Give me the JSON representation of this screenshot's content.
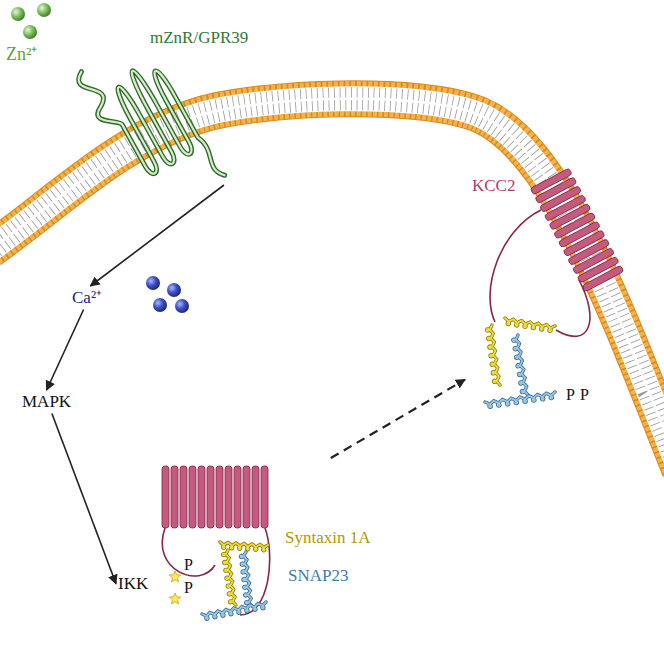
{
  "diagram": {
    "nodes": [
      {
        "text": [
          "mZnR/GPR39"
        ]
      },
      {
        "text": [
          "Ca²⁺"
        ]
      },
      {
        "text": [
          "MAPK"
        ]
      },
      {
        "text": [
          "IKK"
        ]
      },
      {
        "text": [
          "Syntaxin 1A",
          "SNAP23"
        ]
      },
      {
        "text": [
          "KCC2"
        ]
      }
    ],
    "edges": [
      {
        "from": 0,
        "to": 1,
        "arrow": "to"
      },
      {
        "from": 1,
        "to": 2,
        "arrow": "to"
      },
      {
        "from": 2,
        "to": 3,
        "arrow": "to"
      },
      {
        "from": 4,
        "to": 5,
        "arrow": "to"
      }
    ],
    "labels": [
      "Zn²⁺",
      "P",
      "P",
      "P",
      "P"
    ]
  }
}
